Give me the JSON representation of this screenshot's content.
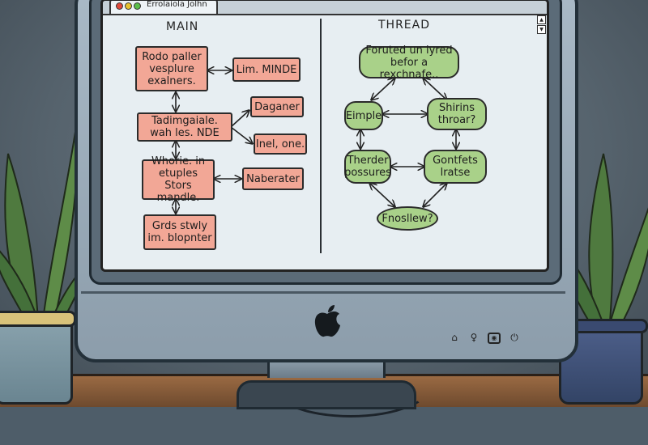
{
  "browser": {
    "tab_title": "Errolaiola Jolhn"
  },
  "diagram": {
    "main": {
      "title": "MAIN",
      "nodes": [
        {
          "id": "m1",
          "text": "Rodo paller\nvesplure\nexalners."
        },
        {
          "id": "m2",
          "text": "Lim. MINDE"
        },
        {
          "id": "m3",
          "text": "Tadimgaiale.\nwah les. NDE"
        },
        {
          "id": "m4",
          "text": "Daganer"
        },
        {
          "id": "m5",
          "text": "Inel, one."
        },
        {
          "id": "m6",
          "text": "Whorie. in\netuples\nStors mandle."
        },
        {
          "id": "m7",
          "text": "Naberater"
        },
        {
          "id": "m8",
          "text": "Grds stwly\nim. blopnter"
        }
      ]
    },
    "thread": {
      "title": "THREAD",
      "nodes": [
        {
          "id": "t1",
          "text": "Foruted un lyred\nbefor a rexchnafe.."
        },
        {
          "id": "t2",
          "text": "Eimple"
        },
        {
          "id": "t3",
          "text": "Shirins\nthroar?"
        },
        {
          "id": "t4",
          "text": "Therder\npossures"
        },
        {
          "id": "t5",
          "text": "Gontfets\nlratse"
        },
        {
          "id": "t6",
          "text": "Fnosllew?"
        }
      ]
    }
  },
  "colors": {
    "main_node": "#f2a796",
    "thread_node": "#a9d189",
    "screen": "#e7eef2",
    "wall": "#56636d",
    "desk": "#8a5d3b"
  },
  "icons": [
    "apple-logo-icon",
    "brightness-icon",
    "volume-icon",
    "eject-icon",
    "power-icon"
  ]
}
